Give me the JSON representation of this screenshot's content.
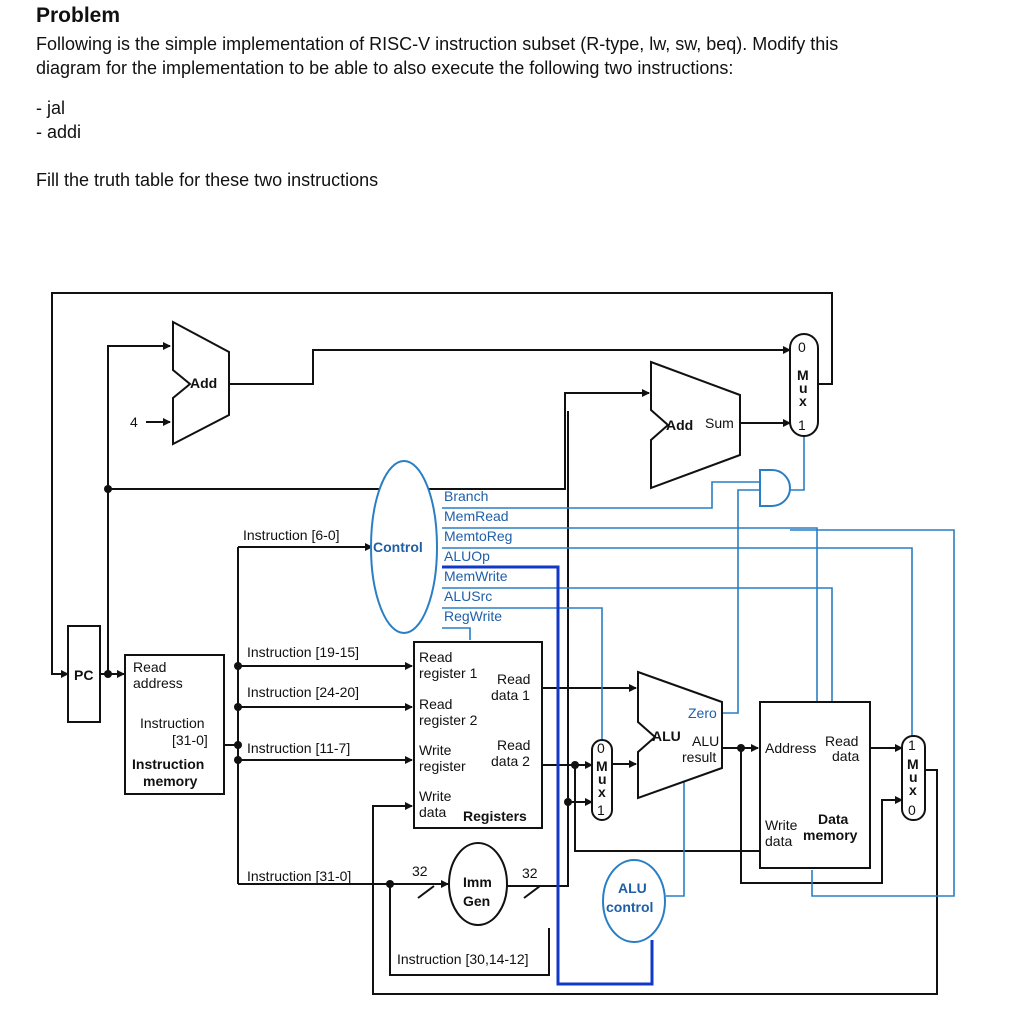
{
  "problem": {
    "heading": "Problem",
    "text_line1": "Following is the simple implementation of RISC-V instruction subset (R-type, lw, sw, beq). Modify this",
    "text_line2": "diagram for the implementation to be able to also execute the following two instructions:",
    "items": [
      "- jal",
      "- addi"
    ],
    "fill_text": "Fill the truth table for these two instructions"
  },
  "diagram": {
    "pc": "PC",
    "add1": "Add",
    "four": "4",
    "add2": "Add",
    "add2_sum": "Sum",
    "mux_pc": {
      "top": "0",
      "name": [
        "M",
        "u",
        "x"
      ],
      "bottom": "1"
    },
    "control": "Control",
    "control_signals": [
      "Branch",
      "MemRead",
      "MemtoReg",
      "ALUOp",
      "MemWrite",
      "ALUSrc",
      "RegWrite"
    ],
    "instr_mem": {
      "read": "Read",
      "address": "address",
      "instruction": "Instruction",
      "bits": "[31-0]",
      "name1": "Instruction",
      "name2": "memory"
    },
    "fields": {
      "f60": "Instruction [6-0]",
      "f1915": "Instruction [19-15]",
      "f2420": "Instruction [24-20]",
      "f117": "Instruction [11-7]",
      "f310": "Instruction [31-0]",
      "f30": "Instruction [30,14-12]"
    },
    "registers": {
      "rr1a": "Read",
      "rr1b": "register 1",
      "rd1a": "Read",
      "rd1b": "data 1",
      "rr2a": "Read",
      "rr2b": "register 2",
      "wra": "Write",
      "wrb": "register",
      "rd2a": "Read",
      "rd2b": "data 2",
      "wda": "Write",
      "wdb": "data",
      "name": "Registers"
    },
    "mux_alu": {
      "top": "0",
      "name": [
        "M",
        "u",
        "x"
      ],
      "bottom": "1"
    },
    "alu": {
      "name": "ALU",
      "zero": "Zero",
      "res1": "ALU",
      "res2": "result"
    },
    "imm": {
      "a": "Imm",
      "b": "Gen",
      "in": "32",
      "out": "32"
    },
    "alu_control": {
      "a": "ALU",
      "b": "control"
    },
    "data_mem": {
      "address": "Address",
      "read1": "Read",
      "read2": "data",
      "write1": "Write",
      "write2": "data",
      "name1": "Data",
      "name2": "memory"
    },
    "mux_mem": {
      "top": "1",
      "name": [
        "M",
        "u",
        "x"
      ],
      "bottom": "0"
    }
  }
}
